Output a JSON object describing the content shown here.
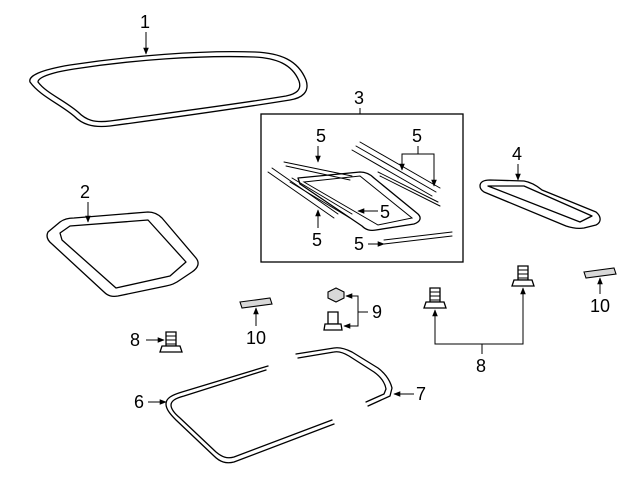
{
  "callouts": {
    "c1": "1",
    "c2": "2",
    "c3": "3",
    "c4": "4",
    "c5a": "5",
    "c5b": "5",
    "c5c": "5",
    "c5d": "5",
    "c5e": "5",
    "c6": "6",
    "c7": "7",
    "c8a": "8",
    "c8b": "8",
    "c9": "9",
    "c10a": "10",
    "c10b": "10"
  }
}
